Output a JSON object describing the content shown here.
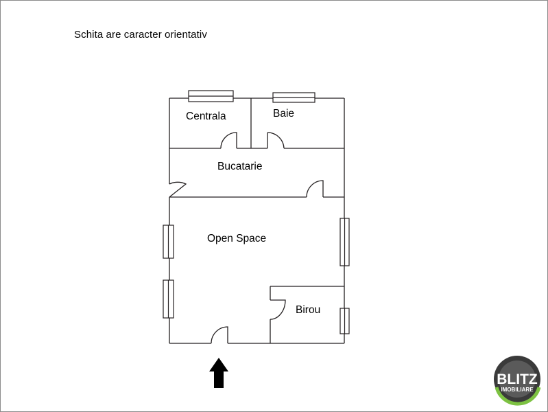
{
  "note": "Schita are caracter orientativ",
  "rooms": {
    "centrala": "Centrala",
    "baie": "Baie",
    "bucatarie": "Bucatarie",
    "open_space": "Open Space",
    "birou": "Birou"
  },
  "logo": {
    "brand": "BLITZ",
    "sub": "IMOBILIARE",
    "accent_color": "#7dc242"
  },
  "colors": {
    "line": "#231f20",
    "frame": "#8a8a8a"
  }
}
